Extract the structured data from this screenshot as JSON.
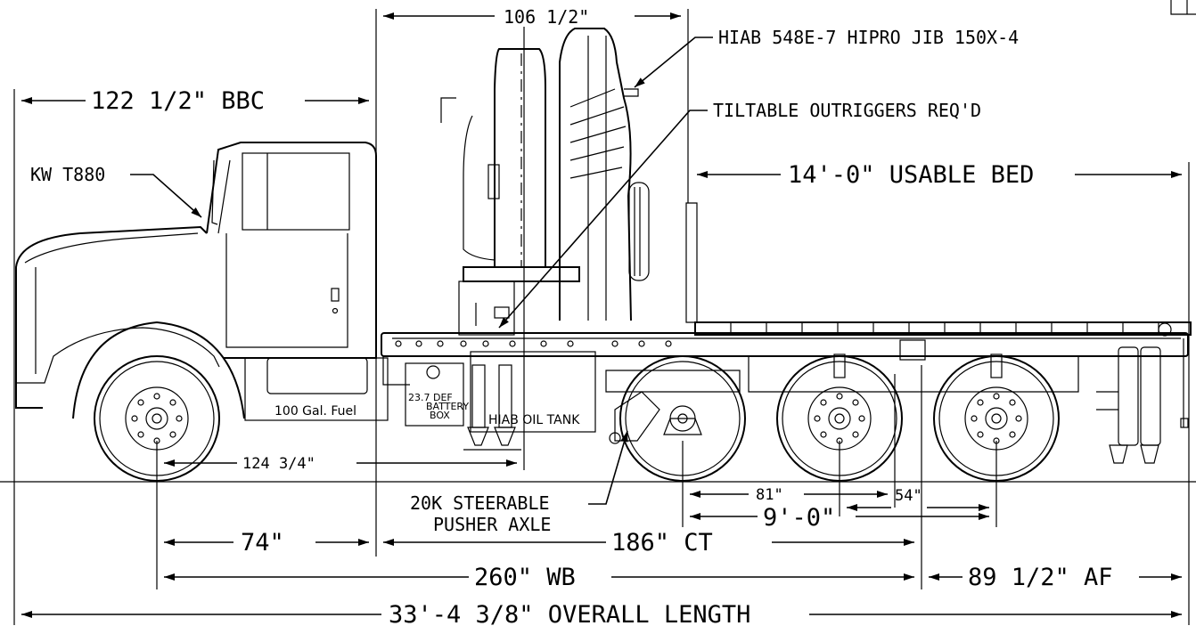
{
  "dimensions": {
    "crane_width": "106 1/2\"",
    "bbc": "122 1/2\" BBC",
    "usable_bed": "14'-0\" USABLE BED",
    "front_to_tank": "124 3/4\"",
    "pusher_spacing": "81\"",
    "tandem_spacing": "54\"",
    "pusher_to_rear": "9'-0\"",
    "front_to_cab": "74\"",
    "cab_to_tandem": "186\" CT",
    "wheelbase": "260\" WB",
    "after_frame": "89 1/2\" AF",
    "overall_length": "33'-4 3/8\" OVERALL LENGTH"
  },
  "callouts": {
    "crane": "HIAB 548E-7 HIPRO JIB 150X-4",
    "outriggers": "TILTABLE OUTRIGGERS REQ'D",
    "truck": "KW T880",
    "pusher_line1": "20K STEERABLE",
    "pusher_line2": "PUSHER AXLE"
  },
  "components": {
    "fuel_tank": "100 Gal. Fuel",
    "def_tank": "23.7 DEF",
    "battery_box_line1": "BATTERY",
    "battery_box_line2": "BOX",
    "oil_tank": "HIAB OIL TANK"
  }
}
